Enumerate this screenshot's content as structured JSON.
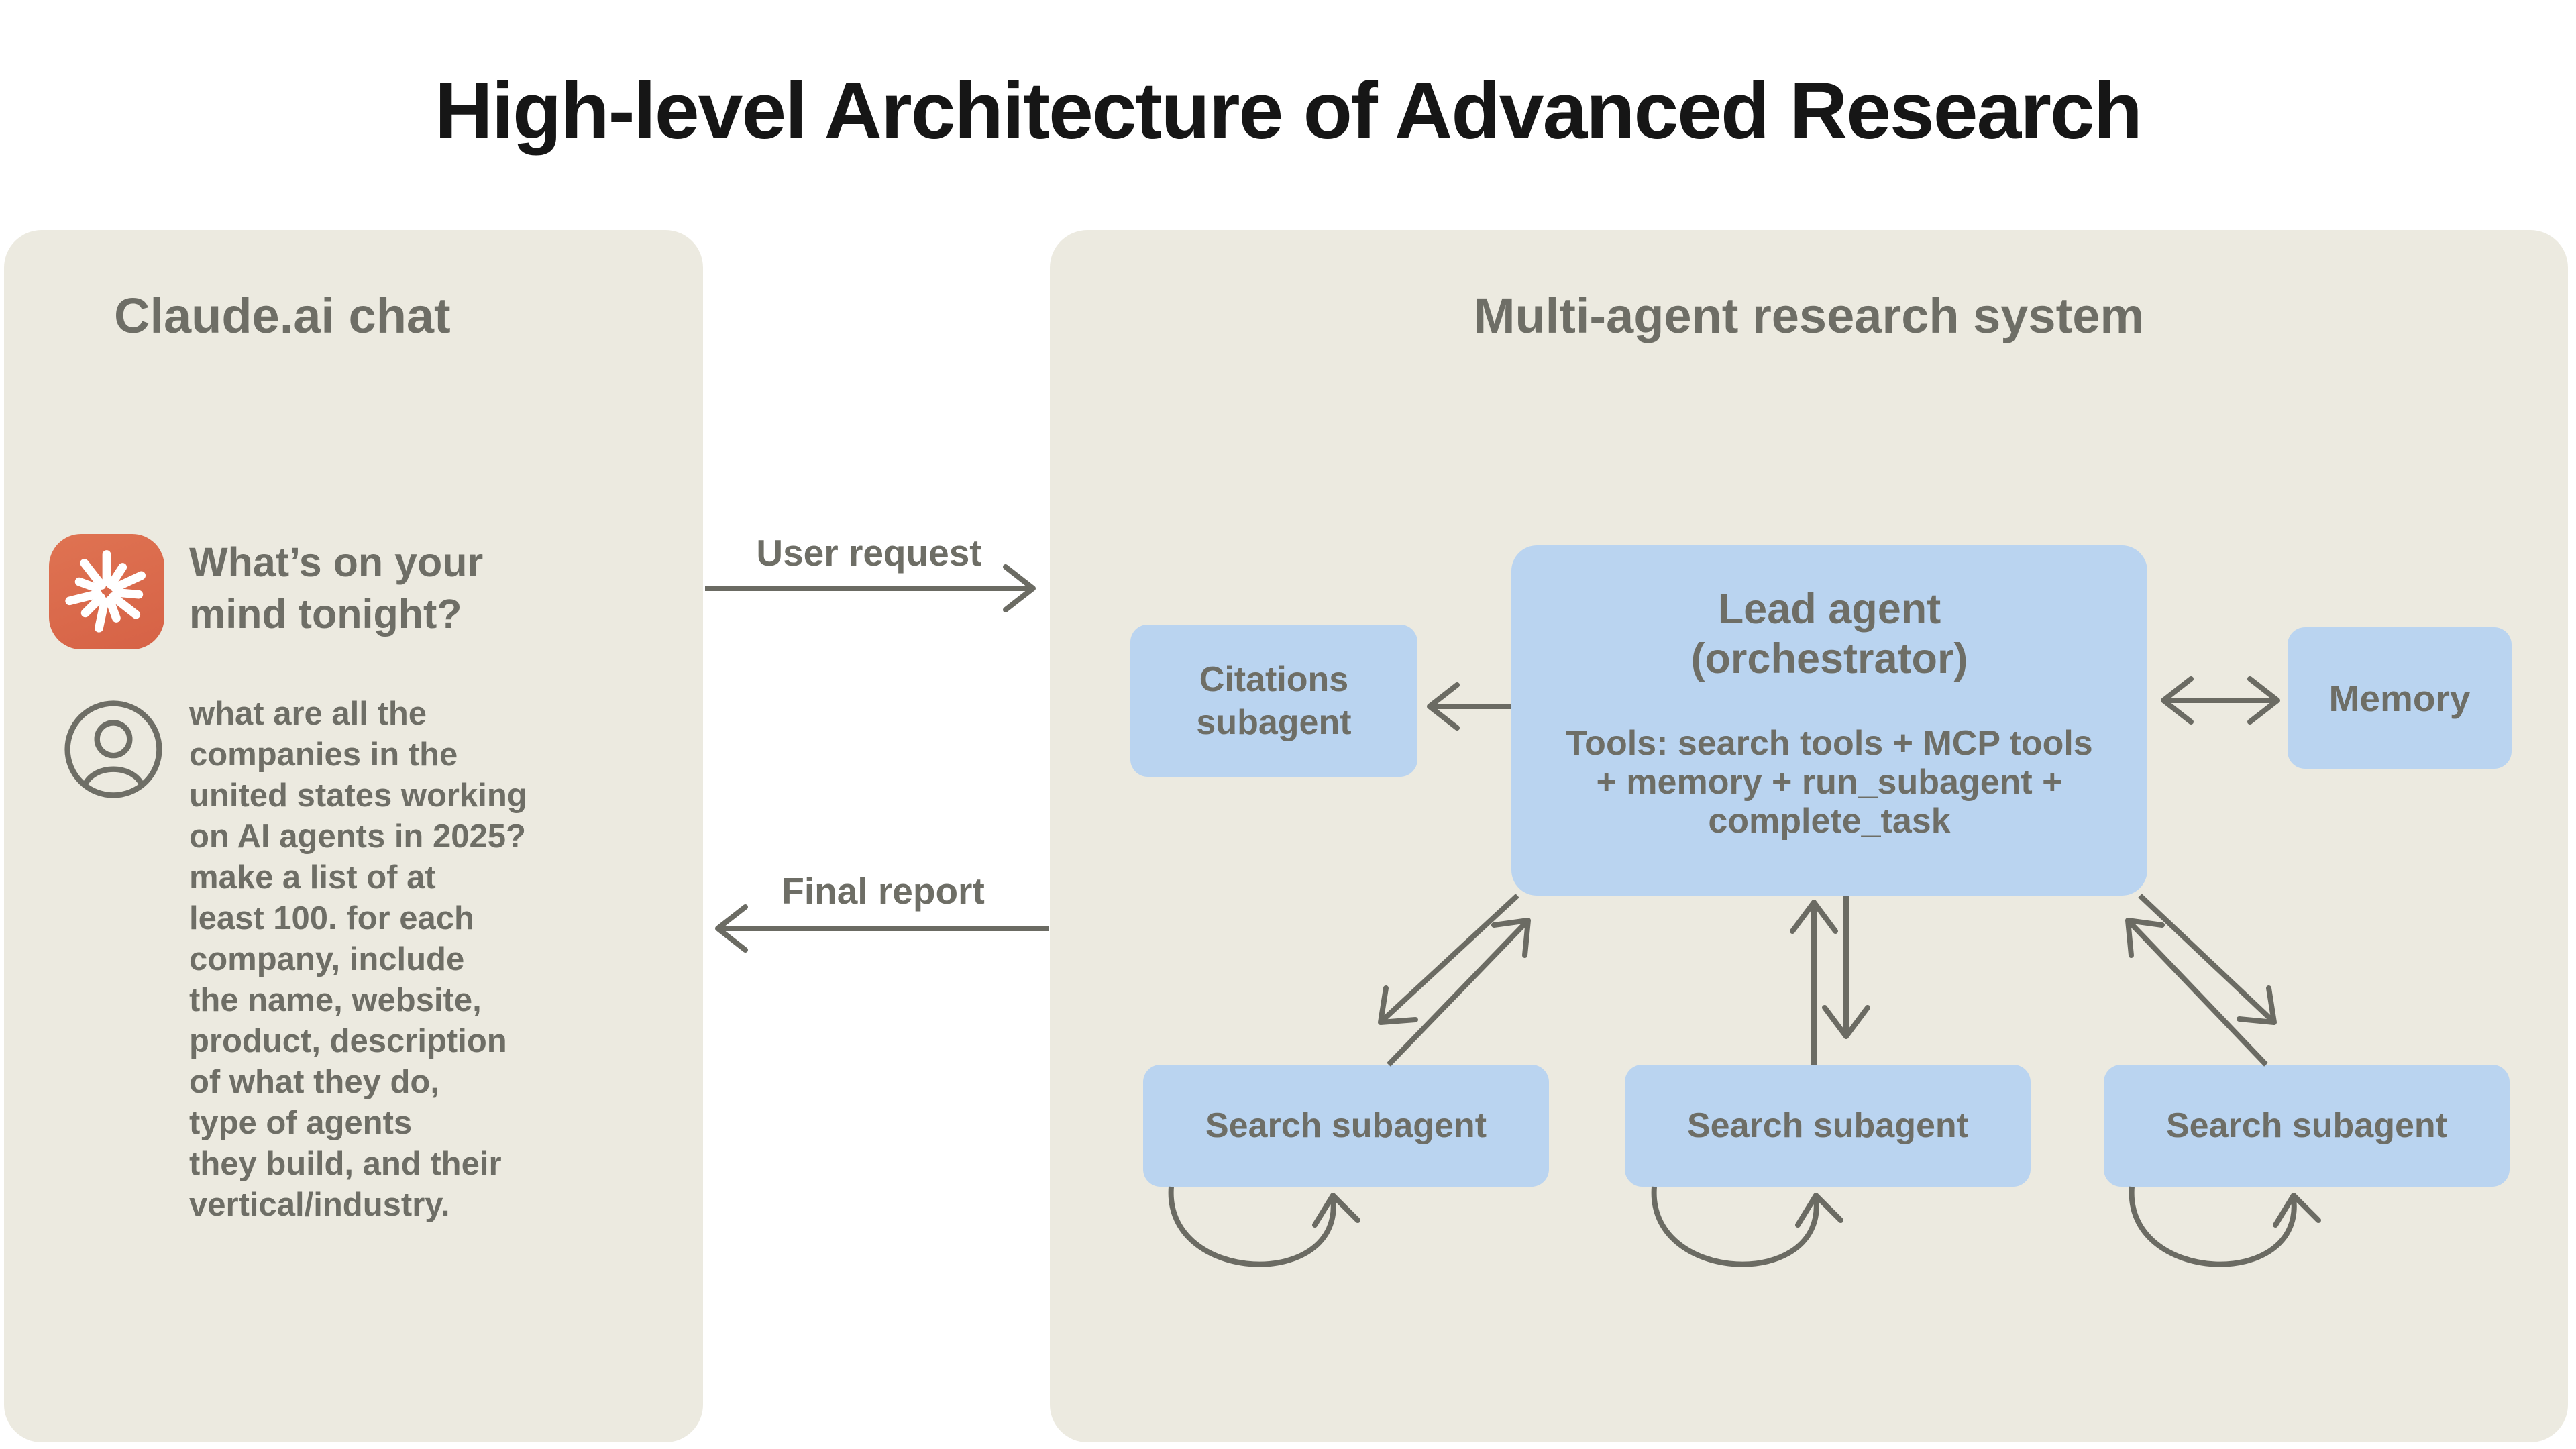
{
  "page": {
    "title": "High-level Architecture of Advanced Research"
  },
  "claude_panel": {
    "header": "Claude.ai chat",
    "assistant_prompt": "What’s on your\nmind tonight?",
    "user_query": "what are all the\ncompanies in the\nunited states working\non AI agents in 2025?\nmake a list of at\nleast 100. for each\ncompany, include\nthe name, website,\nproduct, description\nof what they do,\ntype of agents\nthey build, and their\nvertical/industry."
  },
  "connections": {
    "user_request_label": "User request",
    "final_report_label": "Final report"
  },
  "research_panel": {
    "header": "Multi-agent research system",
    "lead_agent": {
      "name": "Lead agent\n(orchestrator)",
      "tools": "Tools: search tools + MCP tools\n+ memory + run_subagent +\ncomplete_task"
    },
    "citations_agent": "Citations\nsubagent",
    "memory": "Memory",
    "search_agents": [
      "Search subagent",
      "Search subagent",
      "Search subagent"
    ]
  },
  "icons": {
    "claude_logo": "claude-spark-icon",
    "user_avatar": "user-avatar-icon"
  },
  "colors": {
    "claude_orange": "#d96a4b",
    "panel_beige": "#eceae0",
    "box_blue": "#bad4f0",
    "text_gray": "#6e6e66",
    "arrow_gray": "#6b6b63",
    "title_black": "#161616"
  }
}
